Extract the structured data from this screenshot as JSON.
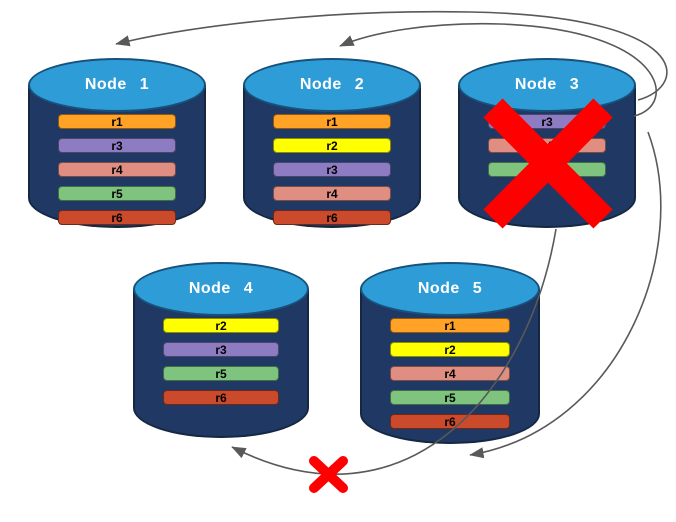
{
  "diagram": {
    "nodes": [
      {
        "title": "Node 1",
        "replicas": [
          {
            "label": "r1",
            "color": "#FFA226"
          },
          {
            "label": "r3",
            "color": "#8E7CC3"
          },
          {
            "label": "r4",
            "color": "#E08D82"
          },
          {
            "label": "r5",
            "color": "#7EC47E"
          },
          {
            "label": "r6",
            "color": "#CB4A2B"
          }
        ]
      },
      {
        "title": "Node 2",
        "replicas": [
          {
            "label": "r1",
            "color": "#FFA226"
          },
          {
            "label": "r2",
            "color": "#FFFF00"
          },
          {
            "label": "r3",
            "color": "#8E7CC3"
          },
          {
            "label": "r4",
            "color": "#E08D82"
          },
          {
            "label": "r6",
            "color": "#CB4A2B"
          }
        ]
      },
      {
        "title": "Node 3",
        "failed": true,
        "replicas": [
          {
            "label": "r3",
            "color": "#8E7CC3"
          },
          {
            "label": "r4",
            "color": "#E08D82"
          },
          {
            "label": "r5",
            "color": "#7EC47E"
          }
        ]
      },
      {
        "title": "Node 4",
        "replicas": [
          {
            "label": "r2",
            "color": "#FFFF00"
          },
          {
            "label": "r3",
            "color": "#8E7CC3"
          },
          {
            "label": "r5",
            "color": "#7EC47E"
          },
          {
            "label": "r6",
            "color": "#CB4A2B"
          }
        ]
      },
      {
        "title": "Node 5",
        "replicas": [
          {
            "label": "r1",
            "color": "#FFA226"
          },
          {
            "label": "r2",
            "color": "#FFFF00"
          },
          {
            "label": "r4",
            "color": "#E08D82"
          },
          {
            "label": "r5",
            "color": "#7EC47E"
          },
          {
            "label": "r6",
            "color": "#CB4A2B"
          }
        ]
      }
    ],
    "colors": {
      "cylinder_body": "#1F3864",
      "cylinder_top": "#2E9CD6",
      "arrow": "#595959",
      "failure_x": "#FF0000"
    }
  }
}
